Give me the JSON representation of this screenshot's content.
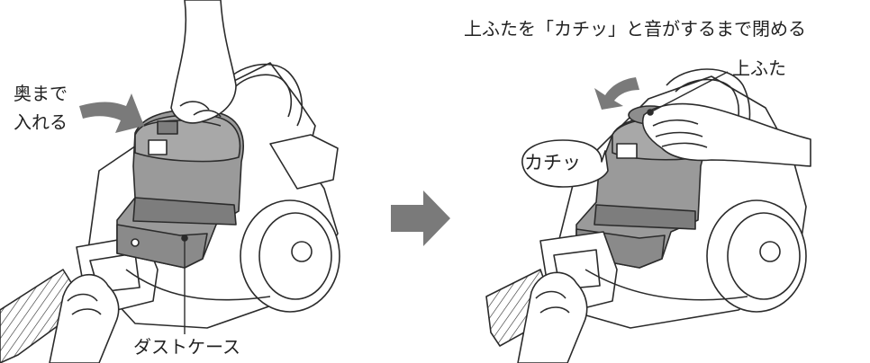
{
  "title": "上ふたを「カチッ」と音がするまで閉める",
  "labels": {
    "top_lid": "上ふた",
    "push_in_line1": "奥まで",
    "push_in_line2": "入れる",
    "dust_case": "ダストケース",
    "click_sound": "カチッ"
  },
  "colors": {
    "outline": "#2b2b2b",
    "dust_case_fill": "#9a9a9a",
    "dust_case_dark": "#7d7d7d",
    "arrow_fill": "#7a7a7a",
    "body_fill": "#ffffff"
  },
  "icons": [
    "push-arrow-icon",
    "next-step-arrow-icon",
    "close-arrow-icon",
    "speech-bubble-icon"
  ]
}
